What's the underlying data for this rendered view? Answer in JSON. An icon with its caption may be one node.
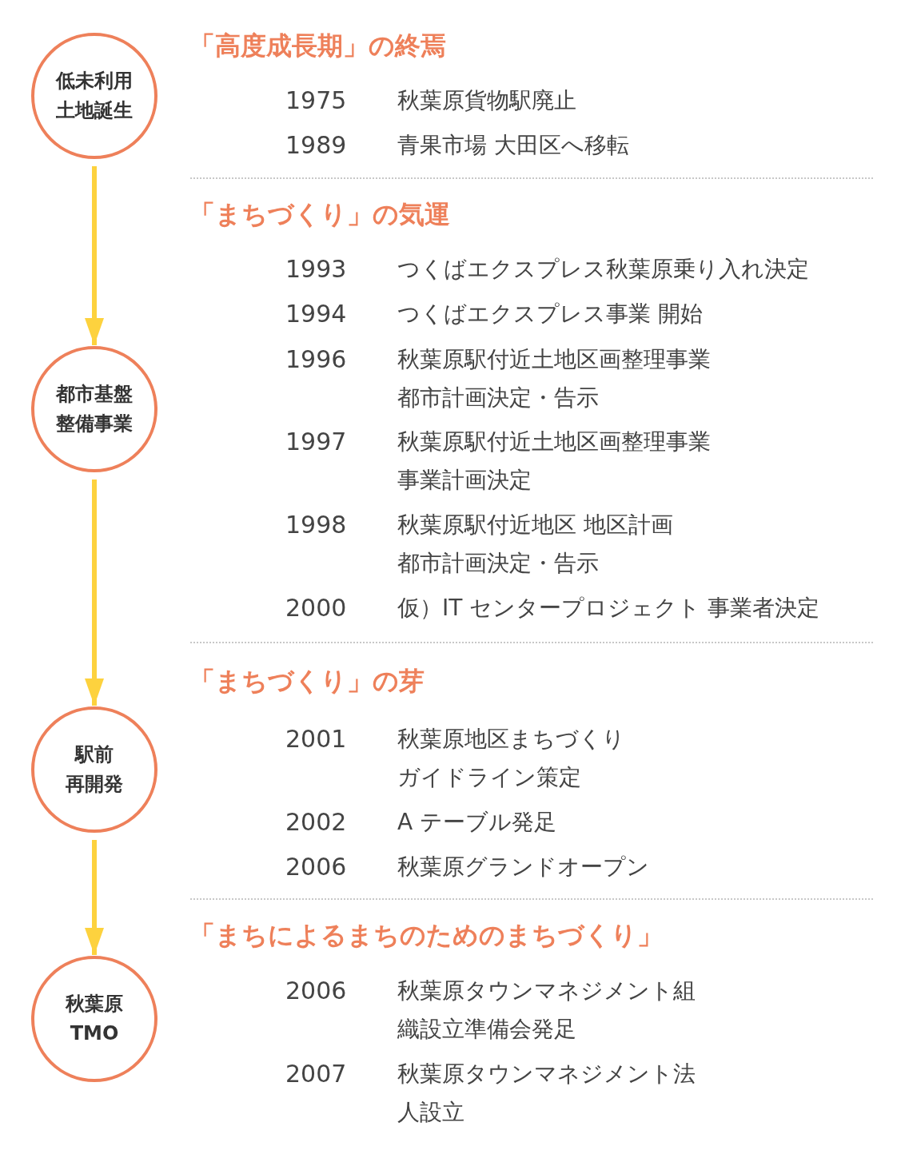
{
  "diagram": {
    "nodes": [
      {
        "text": [
          "低未利用土地誕生"
        ]
      },
      {
        "text": [
          "都市基盤整備事業"
        ]
      },
      {
        "text": [
          "駅前再開発"
        ]
      },
      {
        "text": [
          "秋葉原TMO"
        ]
      }
    ],
    "edges": [
      {
        "from": 0,
        "to": 1,
        "arrow": "to"
      },
      {
        "from": 1,
        "to": 2,
        "arrow": "to"
      },
      {
        "from": 2,
        "to": 3,
        "arrow": "to"
      }
    ],
    "labels": [
      "「高度成長期」の終焉",
      "1975",
      "秋葉原貨物駅廃止",
      "1989",
      "青果市場 大田区へ移転",
      "「まちづくり」の気運",
      "1993",
      "つくばエクスプレス秋葉原乗り入れ決定",
      "1994",
      "つくばエクスプレス事業 開始",
      "1996",
      "秋葉原駅付近土地区画整理事業都市計画決定・告示",
      "1997",
      "秋葉原駅付近土地区画整理事業事業計画決定",
      "1998",
      "秋葉原駅付近地区 地区計画都市計画決定・告示",
      "2000",
      "仮）IT センタープロジェクト 事業者決定",
      "「まちづくり」の芽",
      "2001",
      "秋葉原地区まちづくりガイドライン策定",
      "2002",
      "A テーブル発足",
      "2006",
      "秋葉原グランドオープン",
      "「まちによるまちのためのまちづくり」",
      "2006",
      "秋葉原タウンマネジメント組織設立準備会発足",
      "2007",
      "秋葉原タウンマネジメント法人設立"
    ]
  }
}
